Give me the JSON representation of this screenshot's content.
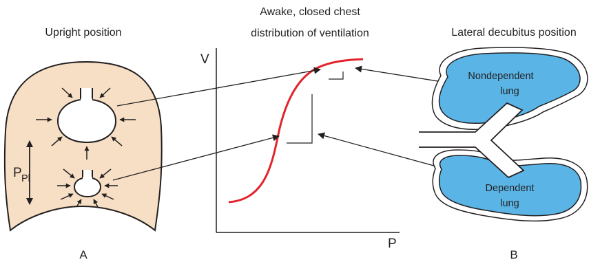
{
  "panel_a": {
    "title": "Upright position",
    "letter": "A",
    "pressure_label": "P",
    "pressure_subscript": "Pl"
  },
  "curve_panel": {
    "title_line1": "Awake, closed chest",
    "title_line2": "distribution of ventilation",
    "y_axis_label": "V",
    "x_axis_label": "P"
  },
  "panel_b": {
    "title": "Lateral decubitus position",
    "letter": "B",
    "upper_lung_line1": "Nondependent",
    "upper_lung_line2": "lung",
    "lower_lung_line1": "Dependent",
    "lower_lung_line2": "lung"
  },
  "colors": {
    "thorax_fill": "#f6dfc4",
    "lung_fill": "#5ab4e5",
    "curve": "#e3232b",
    "ink": "#231f20"
  }
}
